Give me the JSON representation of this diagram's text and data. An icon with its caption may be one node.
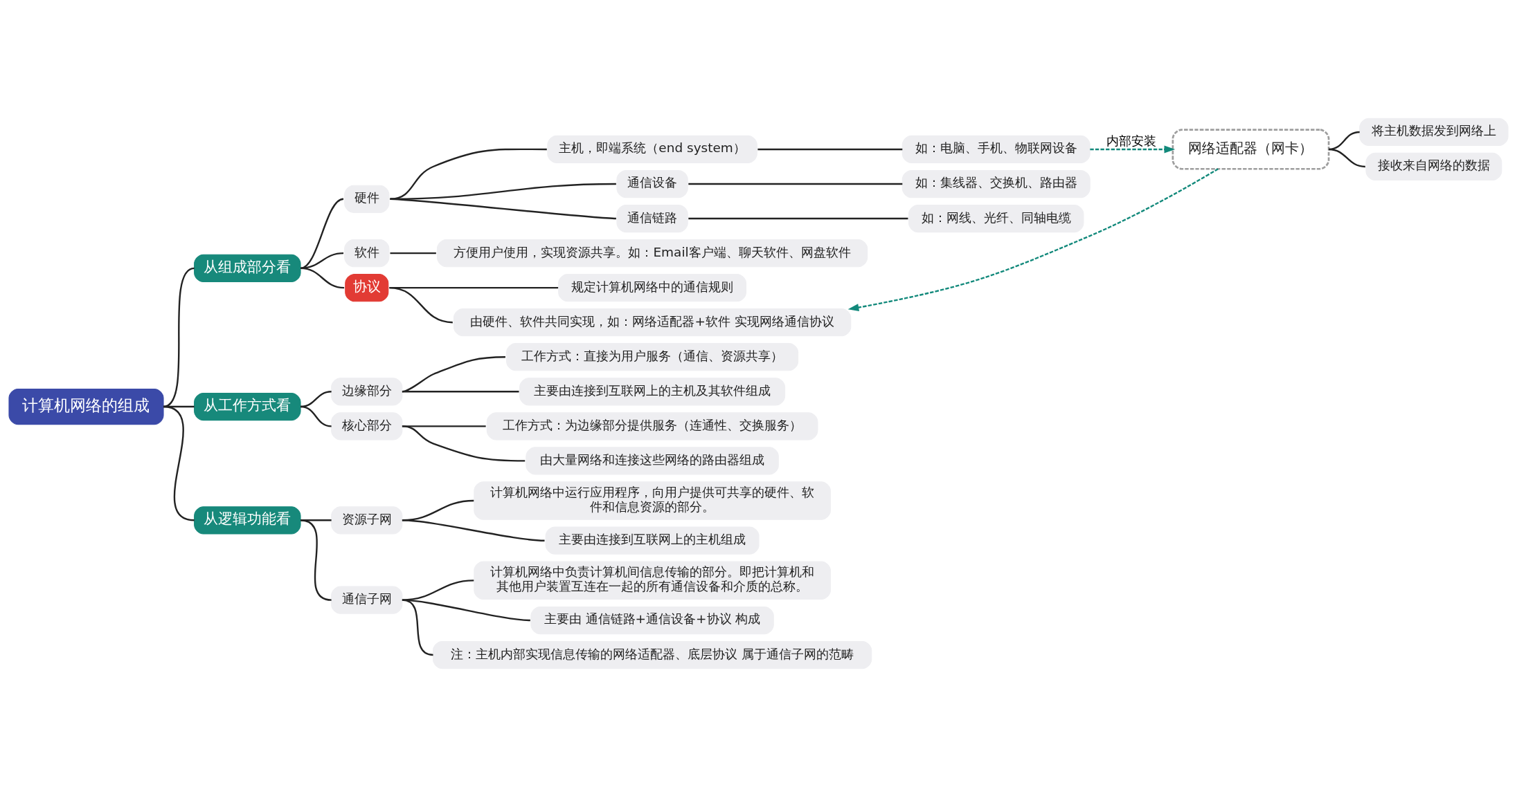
{
  "diagram": {
    "nodes": [
      {
        "text": [
          "计算机网络的组成"
        ]
      },
      {
        "text": [
          "从组成部分看"
        ]
      },
      {
        "text": [
          "硬件"
        ]
      },
      {
        "text": [
          "主机，即端系统（end system）"
        ]
      },
      {
        "text": [
          "如：电脑、手机、物联网设备"
        ]
      },
      {
        "text": [
          "网络适配器（网卡）"
        ]
      },
      {
        "text": [
          "将主机数据发到网络上"
        ]
      },
      {
        "text": [
          "接收来自网络的数据"
        ]
      },
      {
        "text": [
          "通信设备"
        ]
      },
      {
        "text": [
          "如：集线器、交换机、路由器"
        ]
      },
      {
        "text": [
          "通信链路"
        ]
      },
      {
        "text": [
          "如：网线、光纤、同轴电缆"
        ]
      },
      {
        "text": [
          "软件"
        ]
      },
      {
        "text": [
          "方便用户使用，实现资源共享。如：Email客户端、聊天软件、网盘软件"
        ]
      },
      {
        "text": [
          "协议"
        ]
      },
      {
        "text": [
          "规定计算机网络中的通信规则"
        ]
      },
      {
        "text": [
          "由硬件、软件共同实现，如：网络适配器+软件 实现网络通信协议"
        ]
      },
      {
        "text": [
          "从工作方式看"
        ]
      },
      {
        "text": [
          "边缘部分"
        ]
      },
      {
        "text": [
          "工作方式：直接为用户服务（通信、资源共享）"
        ]
      },
      {
        "text": [
          "主要由连接到互联网上的主机及其软件组成"
        ]
      },
      {
        "text": [
          "核心部分"
        ]
      },
      {
        "text": [
          "工作方式：为边缘部分提供服务（连通性、交换服务）"
        ]
      },
      {
        "text": [
          "由大量网络和连接这些网络的路由器组成"
        ]
      },
      {
        "text": [
          "从逻辑功能看"
        ]
      },
      {
        "text": [
          "资源子网"
        ]
      },
      {
        "text": [
          "计算机网络中运行应用程序，向用户提供可共享的硬件、软件和信息资源的部分。"
        ]
      },
      {
        "text": [
          "主要由连接到互联网上的主机组成"
        ]
      },
      {
        "text": [
          "通信子网"
        ]
      },
      {
        "text": [
          "计算机网络中负责计算机间信息传输的部分。即把计算机和其他用户装置互连在一起的所有通信设备和介质的总称。"
        ]
      },
      {
        "text": [
          "主要由 通信链路+通信设备+协议 构成"
        ]
      },
      {
        "text": [
          "注：主机内部实现信息传输的网络适配器、底层协议 属于通信子网的范畴"
        ]
      }
    ],
    "edges": [
      {
        "from": 0,
        "to": 1,
        "arrow": "none"
      },
      {
        "from": 1,
        "to": 2,
        "arrow": "none"
      },
      {
        "from": 2,
        "to": 3,
        "arrow": "none"
      },
      {
        "from": 3,
        "to": 4,
        "arrow": "none"
      },
      {
        "from": 4,
        "to": 5,
        "arrow": "to",
        "label": "内部安装",
        "style": "dashed",
        "color": "#12897b"
      },
      {
        "from": 5,
        "to": 6,
        "arrow": "none"
      },
      {
        "from": 5,
        "to": 7,
        "arrow": "none"
      },
      {
        "from": 2,
        "to": 8,
        "arrow": "none"
      },
      {
        "from": 8,
        "to": 9,
        "arrow": "none"
      },
      {
        "from": 2,
        "to": 10,
        "arrow": "none"
      },
      {
        "from": 10,
        "to": 11,
        "arrow": "none"
      },
      {
        "from": 1,
        "to": 12,
        "arrow": "none"
      },
      {
        "from": 12,
        "to": 13,
        "arrow": "none"
      },
      {
        "from": 1,
        "to": 14,
        "arrow": "none"
      },
      {
        "from": 14,
        "to": 15,
        "arrow": "none"
      },
      {
        "from": 14,
        "to": 16,
        "arrow": "none"
      },
      {
        "from": 5,
        "to": 16,
        "arrow": "to",
        "style": "dashed",
        "color": "#12897b"
      },
      {
        "from": 0,
        "to": 17,
        "arrow": "none"
      },
      {
        "from": 17,
        "to": 18,
        "arrow": "none"
      },
      {
        "from": 18,
        "to": 19,
        "arrow": "none"
      },
      {
        "from": 18,
        "to": 20,
        "arrow": "none"
      },
      {
        "from": 17,
        "to": 21,
        "arrow": "none"
      },
      {
        "from": 21,
        "to": 22,
        "arrow": "none"
      },
      {
        "from": 21,
        "to": 23,
        "arrow": "none"
      },
      {
        "from": 0,
        "to": 24,
        "arrow": "none"
      },
      {
        "from": 24,
        "to": 25,
        "arrow": "none"
      },
      {
        "from": 25,
        "to": 26,
        "arrow": "none"
      },
      {
        "from": 25,
        "to": 27,
        "arrow": "none"
      },
      {
        "from": 24,
        "to": 28,
        "arrow": "none"
      },
      {
        "from": 28,
        "to": 29,
        "arrow": "none"
      },
      {
        "from": 28,
        "to": 30,
        "arrow": "none"
      },
      {
        "from": 28,
        "to": 31,
        "arrow": "none"
      }
    ]
  }
}
